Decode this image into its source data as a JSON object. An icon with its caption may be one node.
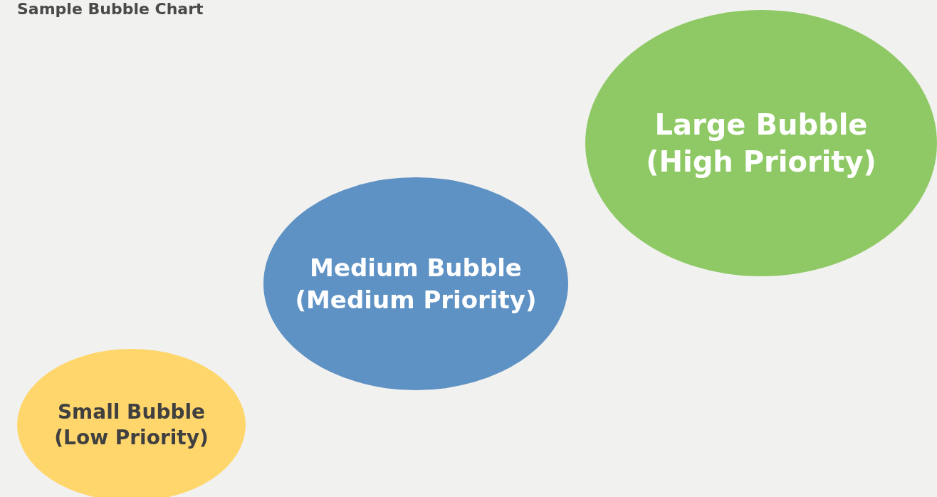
{
  "diagram": {
    "title": "Sample Bubble Chart",
    "nodes": [
      {
        "text": [
          "Large Bubble (High Priority)"
        ]
      },
      {
        "text": [
          "Medium Bubble (Medium Priority)"
        ]
      },
      {
        "text": [
          "Small Bubble (Low Priority)"
        ]
      }
    ]
  }
}
